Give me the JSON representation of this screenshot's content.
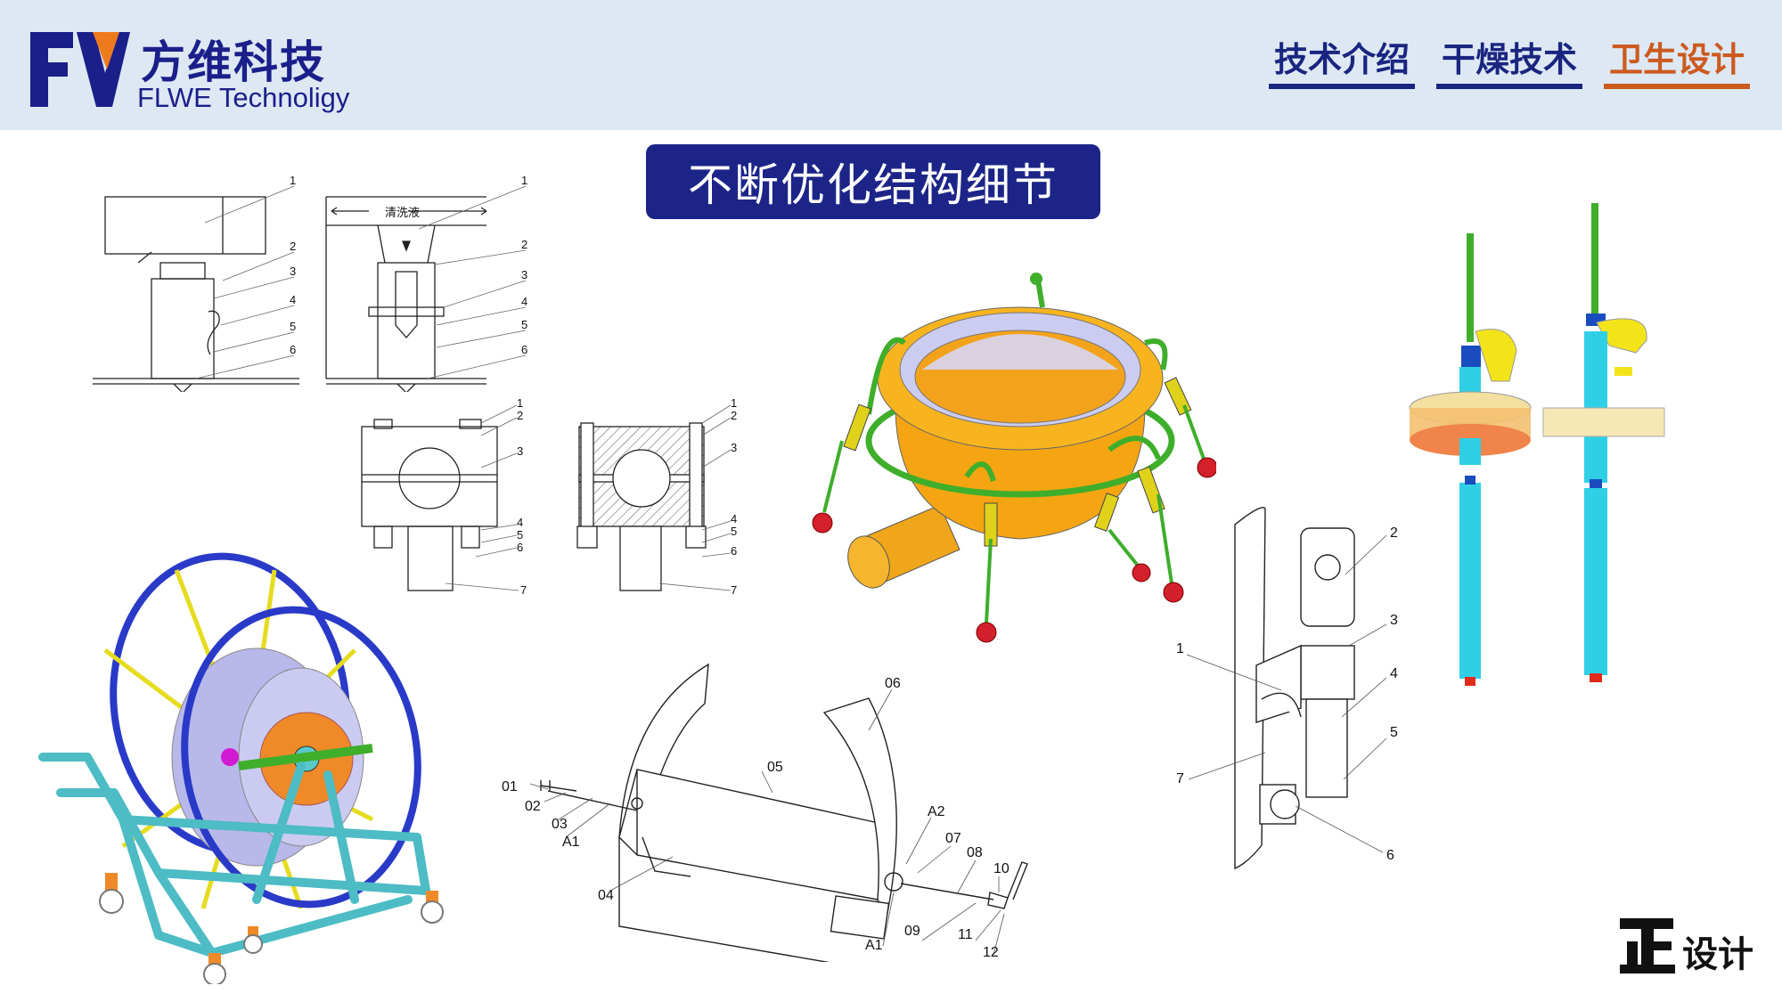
{
  "header": {
    "logo": {
      "cn": "方维科技",
      "en": "FLWE Technoligy",
      "mark": "FV"
    },
    "nav": [
      {
        "label": "技术介绍",
        "active": false
      },
      {
        "label": "干燥技术",
        "active": false
      },
      {
        "label": "卫生设计",
        "active": true
      }
    ]
  },
  "title": "不断优化结构细节",
  "drawings": {
    "sketch_a": {
      "labels": [
        "1",
        "2",
        "3",
        "4",
        "5",
        "6"
      ]
    },
    "sketch_b": {
      "note": "清洗液",
      "labels": [
        "1",
        "2",
        "3",
        "4",
        "5",
        "6"
      ]
    },
    "clamp_a": {
      "labels": [
        "1",
        "2",
        "3",
        "4",
        "5",
        "6",
        "7"
      ]
    },
    "clamp_b": {
      "labels": [
        "1",
        "2",
        "3",
        "4",
        "5",
        "6",
        "7"
      ]
    },
    "valve_parts": {
      "labels": [
        "2",
        "3",
        "1",
        "4",
        "5",
        "7",
        "6"
      ]
    },
    "hopper_parts": {
      "labels": [
        "01",
        "02",
        "03",
        "A1",
        "04",
        "05",
        "06",
        "A2",
        "07",
        "08",
        "10",
        "09",
        "11",
        "12",
        "A1"
      ]
    }
  },
  "colors": {
    "brand": "#1a1f8a",
    "accent": "#cc5a1f",
    "title_bg": "#1c2587",
    "header_bg": "#dde8f3"
  },
  "footer": {
    "logo_mark": "正",
    "logo_text": "设计"
  }
}
